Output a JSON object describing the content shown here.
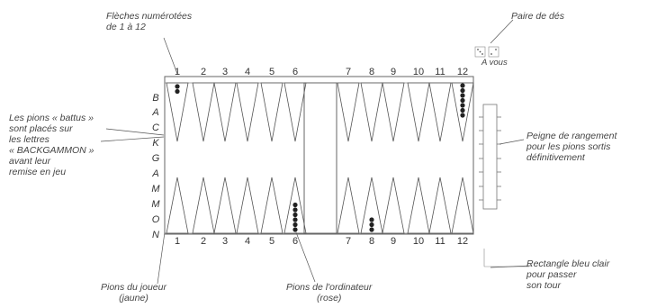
{
  "annotations": {
    "fleches": "Flèches numérotées\nde 1 à 12",
    "des": "Paire de dés",
    "a_vous": "A vous",
    "pions_battus": "Les pions « battus »\nsont placés sur\nles lettres\n« BACKGAMMON »\navant leur\nremise en jeu",
    "peigne": "Peigne de rangement\npour les pions sortis\ndéfinitivement",
    "rectangle": "Rectangle bleu clair\npour passer\nson tour",
    "pions_joueur": "Pions du joueur\n(jaune)",
    "pions_ordi": "Pions de l'ordinateur\n(rose)"
  },
  "board": {
    "top_numbers_left": [
      "1",
      "2",
      "3",
      "4",
      "5",
      "6"
    ],
    "top_numbers_right": [
      "7",
      "8",
      "9",
      "10",
      "11",
      "12"
    ],
    "bottom_numbers_left": [
      "1",
      "2",
      "3",
      "4",
      "5",
      "6"
    ],
    "bottom_numbers_right": [
      "7",
      "8",
      "9",
      "10",
      "11",
      "12"
    ],
    "letters": [
      "B",
      "A",
      "C",
      "K",
      "G",
      "A",
      "M",
      "M",
      "O",
      "N"
    ]
  },
  "checkers": {
    "top_point_1": 2,
    "top_point_12": 7,
    "bottom_point_6": 6,
    "bottom_point_8": 3
  }
}
